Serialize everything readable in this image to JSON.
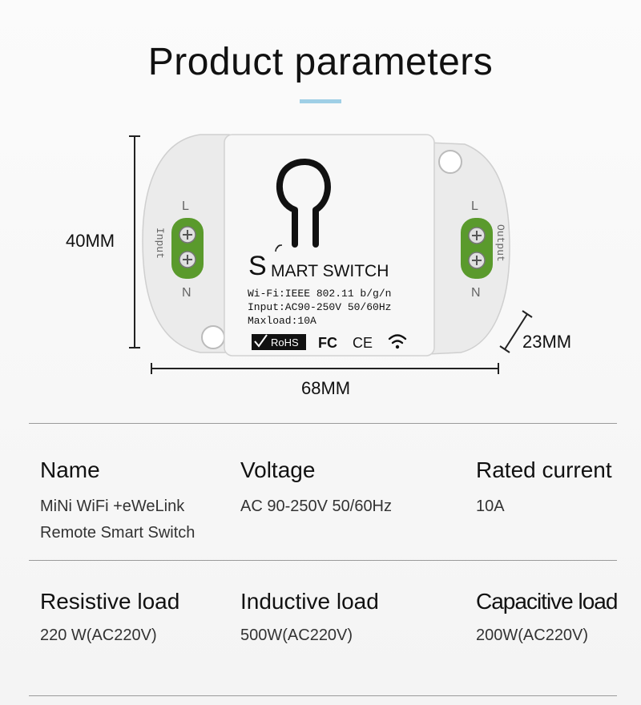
{
  "page": {
    "title": "Product parameters",
    "accent_color": "#9fcfe6"
  },
  "dimensions": {
    "height": "40MM",
    "width": "68MM",
    "depth": "23MM"
  },
  "device": {
    "brand_letter": "S",
    "brand_rest": "MART SWITCH",
    "line1": "Wi-Fi:IEEE 802.11 b/g/n",
    "line2": "Input:AC90-250V 50/60Hz",
    "line3": "Maxload:10A",
    "rohs": "RoHS",
    "fc": "FC",
    "ce": "CE",
    "left_label": "Input",
    "right_label": "Output",
    "l_left": "L",
    "n_left": "N",
    "l_right": "L",
    "n_right": "N",
    "terminal_color": "#5a9a2c"
  },
  "specs": [
    {
      "name": "Name",
      "value_1": "MiNi WiFi +eWeLink",
      "value_2": "Remote Smart Switch"
    },
    {
      "name": "Voltage",
      "value_1": "AC 90-250V 50/60Hz"
    },
    {
      "name": "Rated current",
      "value_1": "10A"
    },
    {
      "name": "Resistive load",
      "value_1": "220  W(AC220V)"
    },
    {
      "name": "Inductive load",
      "value_1": "500W(AC220V)"
    },
    {
      "name": "Capacitive load",
      "value_1": "200W(AC220V)"
    }
  ]
}
